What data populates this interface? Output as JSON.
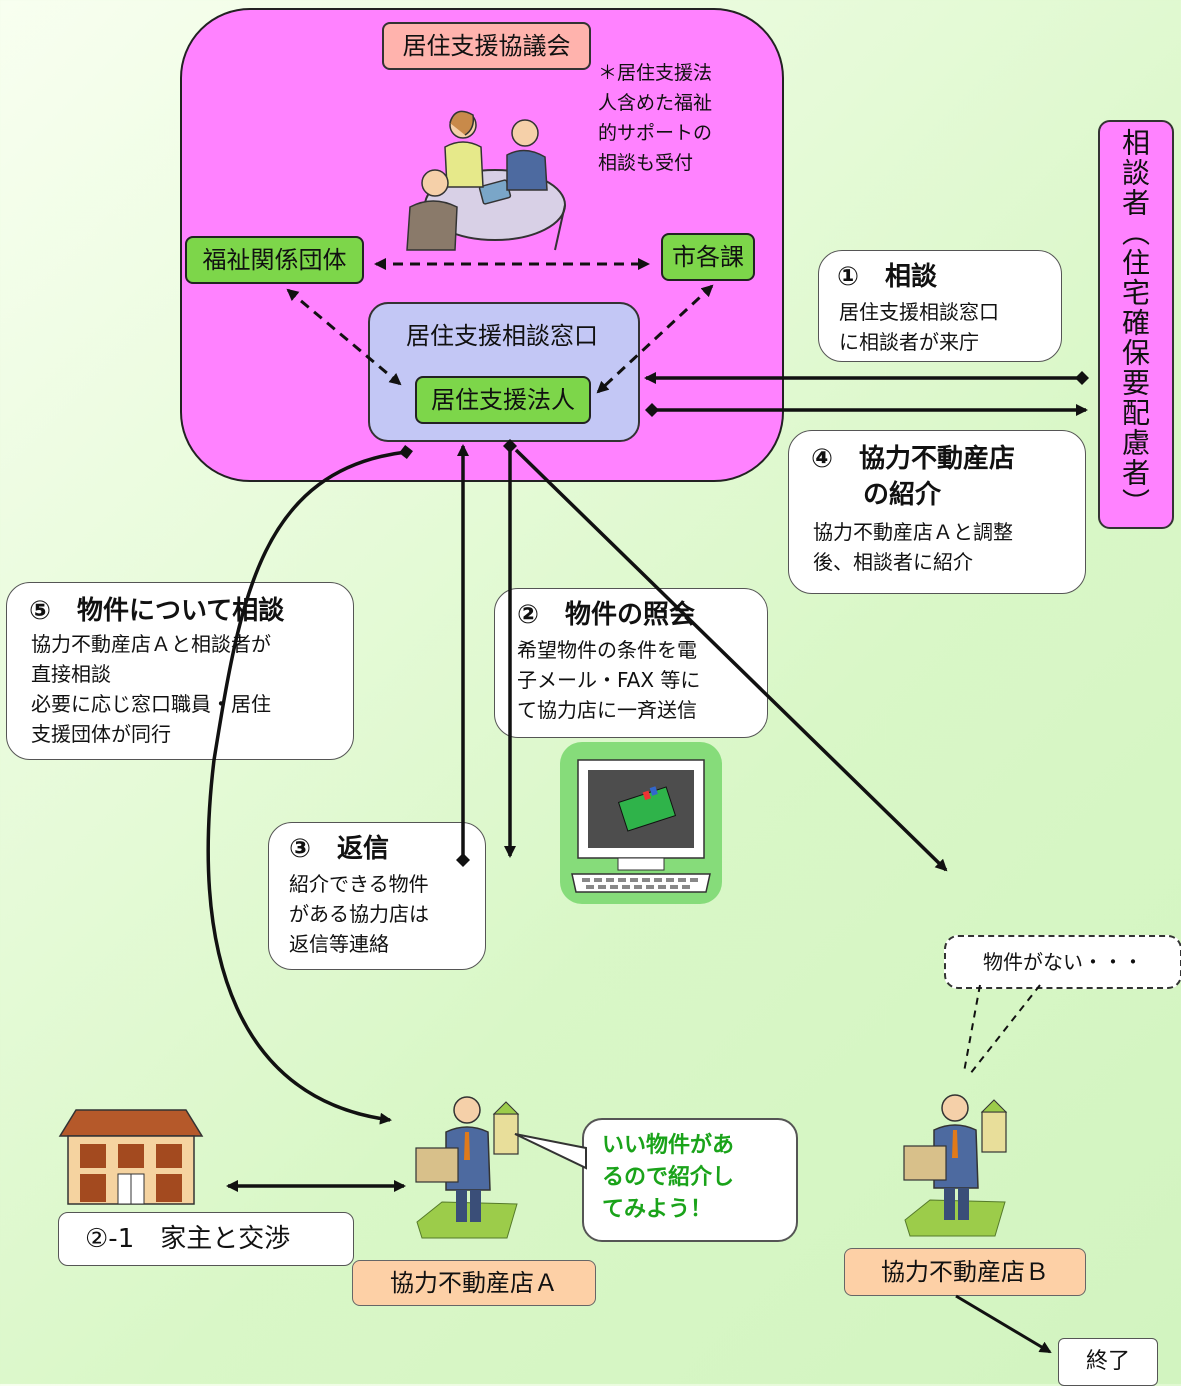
{
  "council": {
    "title": "居住支援協議会",
    "note": "＊居住支援法\n人含めた福祉\n的サポートの\n相談も受付",
    "welfare_groups": "福祉関係団体",
    "city_departments": "市各課",
    "window_label": "居住支援相談窓口",
    "support_corp": "居住支援法人"
  },
  "consultant": "相談者（住宅確保要配慮者）",
  "steps": {
    "s1": {
      "title": "①　相談",
      "body": "居住支援相談窓口\nに相談者が来庁"
    },
    "s4": {
      "title": "④　協力不動産店\n　　の紹介",
      "body": "協力不動産店Ａと調整\n後、相談者に紹介"
    },
    "s5": {
      "title": "⑤　物件について相談",
      "body": "協力不動産店Ａと相談者が\n直接相談\n必要に応じ窓口職員・居住\n支援団体が同行"
    },
    "s2": {
      "title": "②　物件の照会",
      "body": "希望物件の条件を電\n子メール・FAX 等に\nて協力店に一斉送信"
    },
    "s3": {
      "title": "③　返信",
      "body": "紹介できる物件\nがある協力店は\n返信等連絡"
    },
    "s2_1": {
      "title": "②-1　家主と交渉"
    }
  },
  "agent_a": {
    "label": "協力不動産店Ａ",
    "speech": "いい物件があ\nるので紹介し\nてみよう！"
  },
  "agent_b": {
    "label": "協力不動産店Ｂ",
    "thought": "物件がない・・・"
  },
  "end_label": "終了",
  "colors": {
    "council_bg": "#ff82ff",
    "green_tag": "#7dd64a",
    "window_bg": "#c3c7f5",
    "peach": "#fdd0a6",
    "speech_text": "#1aa31a"
  }
}
